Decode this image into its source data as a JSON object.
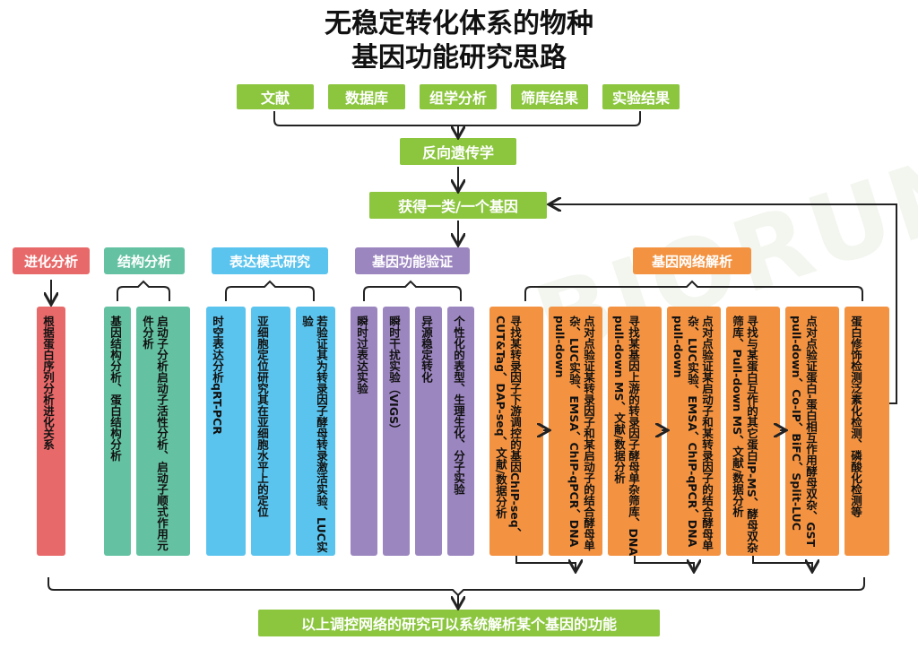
{
  "title": {
    "line1": "无稳定转化体系的物种",
    "line2": "基因功能研究思路"
  },
  "sources": [
    "文献",
    "数据库",
    "组学分析",
    "筛库结果",
    "实验结果"
  ],
  "reverse_genetics": "反向遗传学",
  "gene_box": "获得一类/一个基因",
  "categories": {
    "evolution": "进化分析",
    "structure": "结构分析",
    "expression": "表达模式研究",
    "function": "基因功能验证",
    "network": "基因网络解析"
  },
  "columns": {
    "evolution": [
      "根据蛋白序列分析进化关系"
    ],
    "structure": [
      "基因结构分析、蛋白结构分析",
      "启动子分析启动子活性分析、启动子顺式作用元件分析"
    ],
    "expression": [
      "时空表达分析qRT-PCR",
      "亚细胞定位研究其在亚细胞水平上的定位",
      "若验证其为转录因子酵母转录激活实验、LUC实验"
    ],
    "function": [
      "瞬时过表达实验",
      "瞬时干扰实验（VIGS）",
      "异源稳定转化",
      "个性化的表型、生理生化、分子实验"
    ],
    "network": [
      "寻找某转录因子下游调控的基因ChIP-seq、CUT&Tag、DAP-seq、文献/数据分析",
      "点对点验证某转录因子和某启动子的结合酵母单杂、LUC实验、EMSA、ChIP-qPCR、DNA pull-down",
      "寻找某基因上游的转录因子酵母单杂筛库、DNA pull-down MS、文献/数据分析",
      "点对点验证某启动子和某转录因子的结合酵母单杂、LUC实验、EMSA、ChIP-qPCR、DNA pull-down",
      "寻找与某蛋白互作的其它蛋白IP-MS、酵母双杂筛库、Pull-down MS、文献/数据分析",
      "点对点验证蛋白-蛋白相互作用酵母双杂、GST pull-down、Co-IP、BiFC、Split-LUC",
      "蛋白修饰检测泛素化检测、磷酸化检测等"
    ]
  },
  "footer": "以上调控网络的研究可以系统解析某个基因的功能",
  "watermark": "BIORUN",
  "colors": {
    "green": "#8cc63f",
    "red": "#e8696a",
    "teal": "#64c2a3",
    "blue": "#5bc4ee",
    "purple": "#9c86c0",
    "orange": "#f39342"
  }
}
